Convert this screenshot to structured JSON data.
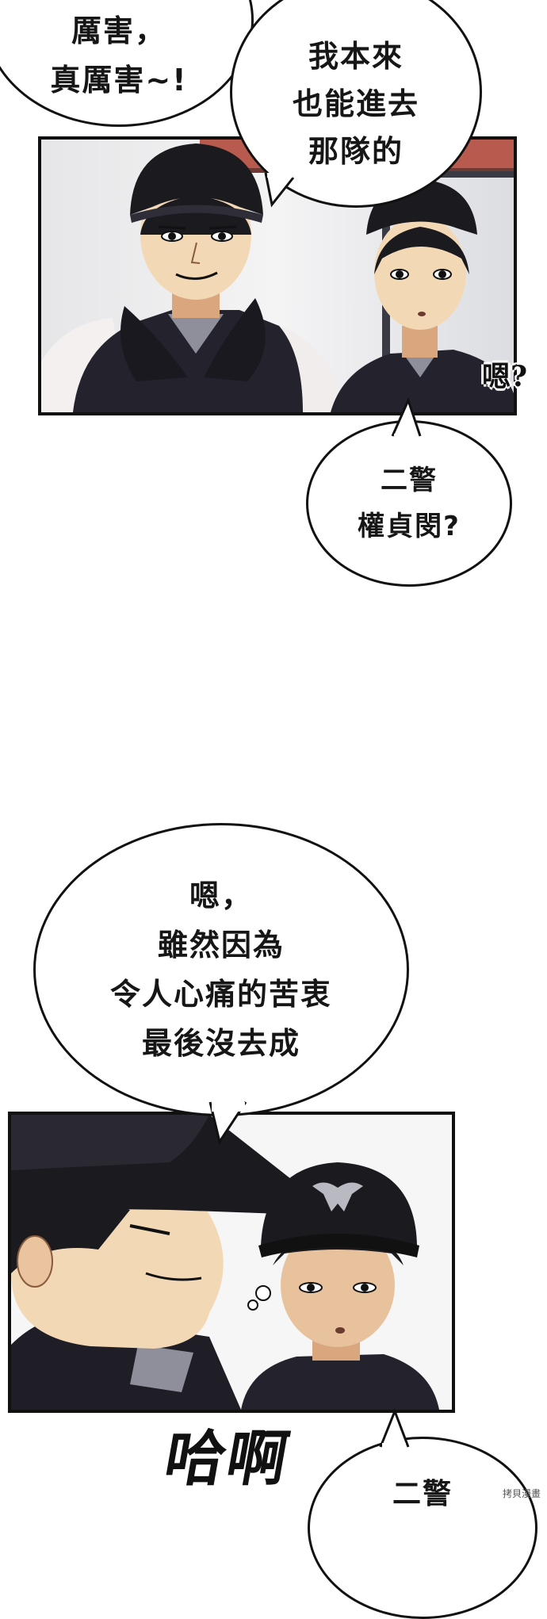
{
  "bubbles": {
    "top_left": "厲害，\n真厲害~!",
    "top_right": "我本來\n也能進去\n那隊的",
    "middle": "二警\n權貞閔?",
    "large": "嗯，\n雖然因為\n令人心痛的苦衷\n最後沒去成",
    "bottom": "二警"
  },
  "sfx": {
    "hmm": "嗯?",
    "haa": "哈啊"
  },
  "watermark": "拷貝漫畫",
  "colors": {
    "ink": "#111111",
    "skin": "#f3d8b6",
    "skin_shadow": "#d9a67e",
    "hair": "#1b1a1f",
    "uniform": "#24232d",
    "shirt": "#8e8f9a",
    "red_strip": "#b85a4d"
  }
}
